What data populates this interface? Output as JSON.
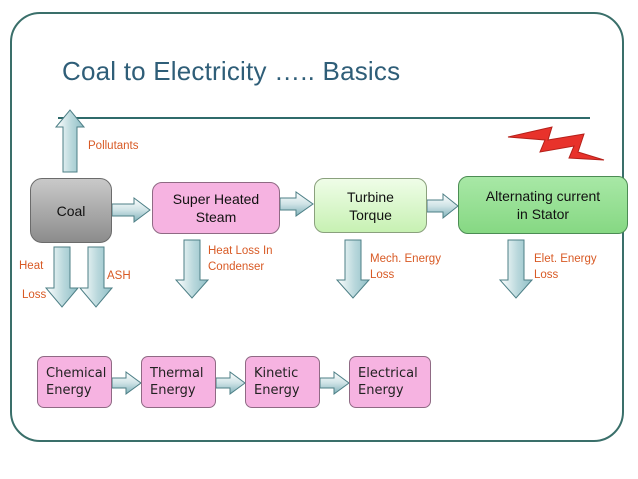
{
  "title": "Coal to Electricity ….. Basics",
  "stages": {
    "coal": "Coal",
    "steam": "Super Heated\nSteam",
    "turbine": "Turbine\nTorque",
    "alternating": "Alternating current\nin Stator"
  },
  "outputs": {
    "pollutants": "Pollutants",
    "heat": "Heat",
    "heat_loss": "Loss",
    "ash": "ASH",
    "condenser_loss": "Heat Loss In\nCondenser",
    "mech_loss": "Mech. Energy\nLoss",
    "elet_loss": "Elet. Energy\nLoss"
  },
  "energy_forms": {
    "chemical": "Chemical\nEnergy",
    "thermal": "Thermal\nEnergy",
    "kinetic": "Kinetic\nEnergy",
    "electrical": "Electrical\nEnergy"
  },
  "colors": {
    "title": "#2f5e78",
    "loss_label": "#d85a25",
    "arrow_fill": "#9cc8cf",
    "steam_box": "#f6b3e1",
    "turbine_box": "#c7f1b3",
    "alt_box": "#86d883",
    "lightning": "#e8322b"
  },
  "icons": [
    "lightning-bolt-icon"
  ]
}
